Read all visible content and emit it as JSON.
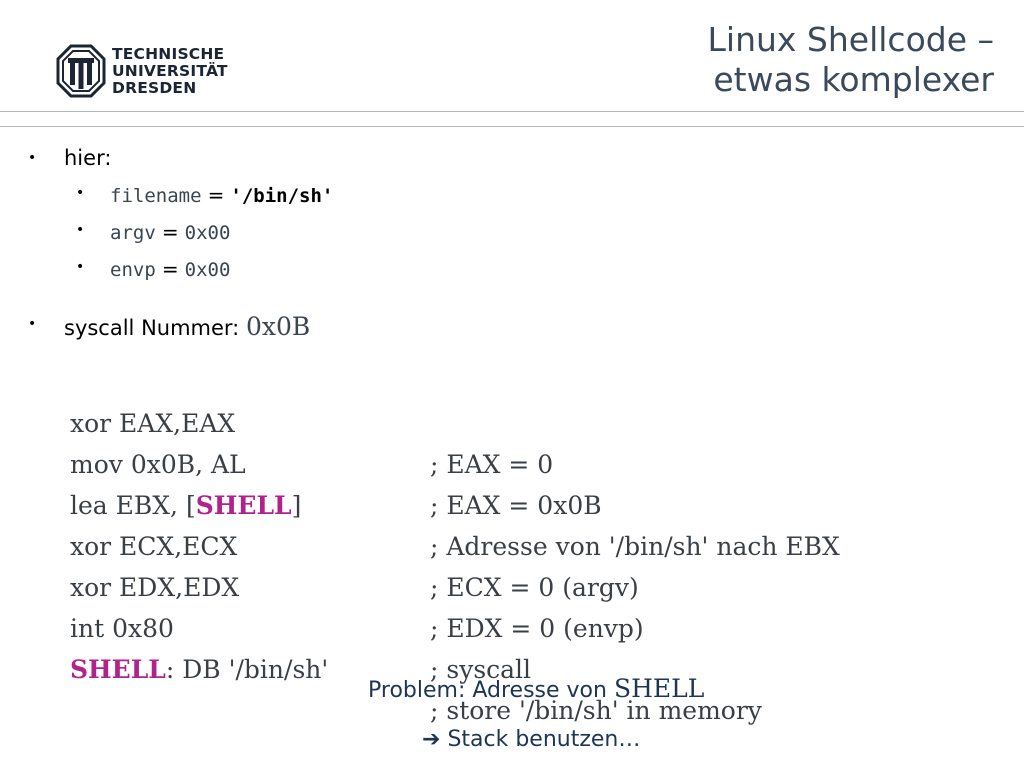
{
  "header": {
    "university_lines": [
      "TECHNISCHE",
      "UNIVERSITÄT",
      "DRESDEN"
    ],
    "title_lines": [
      "Linux Shellcode –",
      "etwas komplexer"
    ]
  },
  "bullets": {
    "hier": "hier:",
    "sub": [
      {
        "key": "filename",
        "eq": "=",
        "value": "'/bin/sh'"
      },
      {
        "key": "argv",
        "eq": "=",
        "value": "0x00"
      },
      {
        "key": "envp",
        "eq": "=",
        "value": "0x00"
      }
    ],
    "syscall_label": "syscall Nummer:",
    "syscall_value": "0x0B"
  },
  "code": [
    {
      "pre": "xor EAX,EAX",
      "hl": "",
      "post": "",
      "comment": "; EAX = 0"
    },
    {
      "pre": "mov 0x0B, AL",
      "hl": "",
      "post": "",
      "comment": "; EAX = 0x0B"
    },
    {
      "pre": "lea EBX, [",
      "hl": "SHELL",
      "post": "]",
      "comment": "; Adresse von '/bin/sh' nach EBX"
    },
    {
      "pre": "xor ECX,ECX",
      "hl": "",
      "post": "",
      "comment": "; ECX = 0 (argv)"
    },
    {
      "pre": "xor EDX,EDX",
      "hl": "",
      "post": "",
      "comment": "; EDX = 0 (envp)"
    },
    {
      "pre": "int 0x80",
      "hl": "",
      "post": "",
      "comment": "; syscall"
    },
    {
      "pre": "",
      "hl": "SHELL",
      "post": ": DB '/bin/sh'",
      "comment": "; store '/bin/sh' in memory"
    }
  ],
  "footer": {
    "problem_text": "Problem: Adresse von",
    "problem_mono": "SHELL",
    "arrow_icon": "arrow-right-icon",
    "stack_text": "Stack benutzen…"
  },
  "colors": {
    "highlight": "#b1228a",
    "title": "#3b4a5a",
    "footer_text": "#1d3557",
    "logo": "#1c2533"
  }
}
